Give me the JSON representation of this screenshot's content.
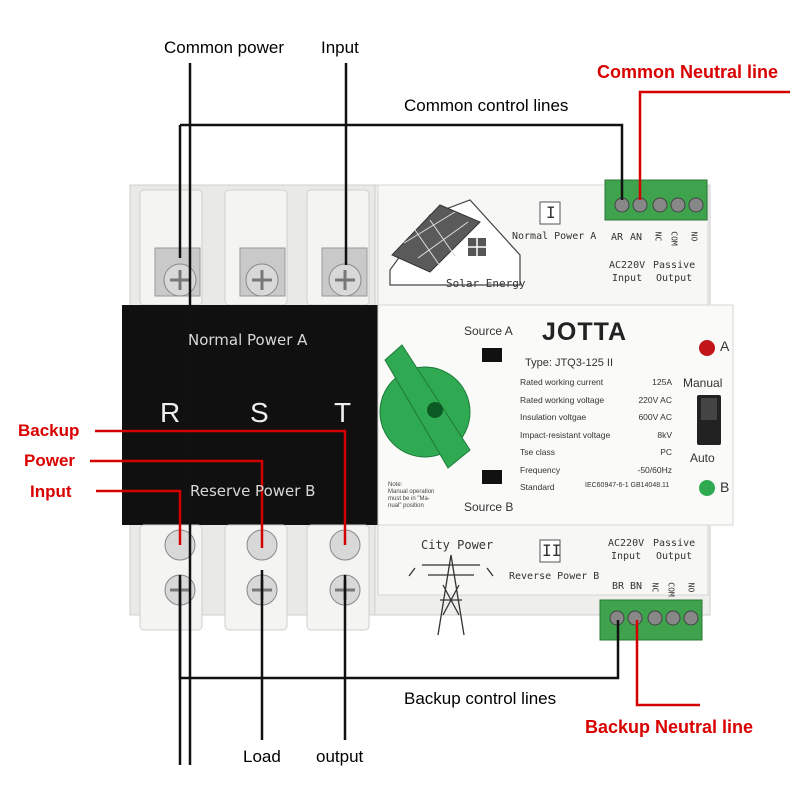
{
  "labels": {
    "common_power": "Common power",
    "input_top": "Input",
    "common_neutral_line": "Common Neutral line",
    "common_control_lines": "Common control lines",
    "backup": "Backup",
    "power": "Power",
    "input_left": "Input",
    "backup_control_lines": "Backup control lines",
    "backup_neutral_line": "Backup Neutral line",
    "load": "Load",
    "output": "output"
  },
  "device": {
    "roman_one": "I",
    "roman_two": "II",
    "normal_power_a_small": "Normal Power A",
    "solar_energy": "Solar Energy",
    "top_terminal_labels": [
      "AR",
      "AN",
      "NC",
      "COM",
      "NO"
    ],
    "ac220v_input_top": "AC220V\nInput",
    "passive_output_top": "Passive\nOutput",
    "normal_power_a": "Normal Power A",
    "letters": [
      "R",
      "S",
      "T"
    ],
    "reserve_power_b": "Reserve Power B",
    "source_a": "Source A",
    "source_b": "Source B",
    "brand": "JOTTA",
    "type": "Type:  JTQ3-125 II",
    "note": "Note:\nManual operation\nmust be in \"Ma-\nnual\" position",
    "indicator_a": "A",
    "indicator_b": "B",
    "manual": "Manual",
    "auto": "Auto",
    "specs": [
      {
        "name": "Rated working current",
        "value": "125A"
      },
      {
        "name": "Rated working voltage",
        "value": "220V AC"
      },
      {
        "name": "Insulation voltgae",
        "value": "600V AC"
      },
      {
        "name": "Impact-resistant voltage",
        "value": "8kV"
      },
      {
        "name": "Tse class",
        "value": "PC"
      },
      {
        "name": "Frequency",
        "value": "-50/60Hz"
      },
      {
        "name": "Standard",
        "value": "IEC60947-6-1 GB14048.11"
      }
    ],
    "city_power": "City Power",
    "reverse_power_b": "Reverse Power B",
    "ac220v_input_bottom": "AC220V\nInput",
    "passive_output_bottom": "Passive\nOutput",
    "bottom_terminal_labels": [
      "BR",
      "BN",
      "NC",
      "COM",
      "NO"
    ]
  },
  "colors": {
    "red_line": "#d40000",
    "terminal_green": "#3fa34d",
    "knob_green": "#2faa52",
    "black_panel": "#111111",
    "body_white": "#f2f2f0"
  }
}
